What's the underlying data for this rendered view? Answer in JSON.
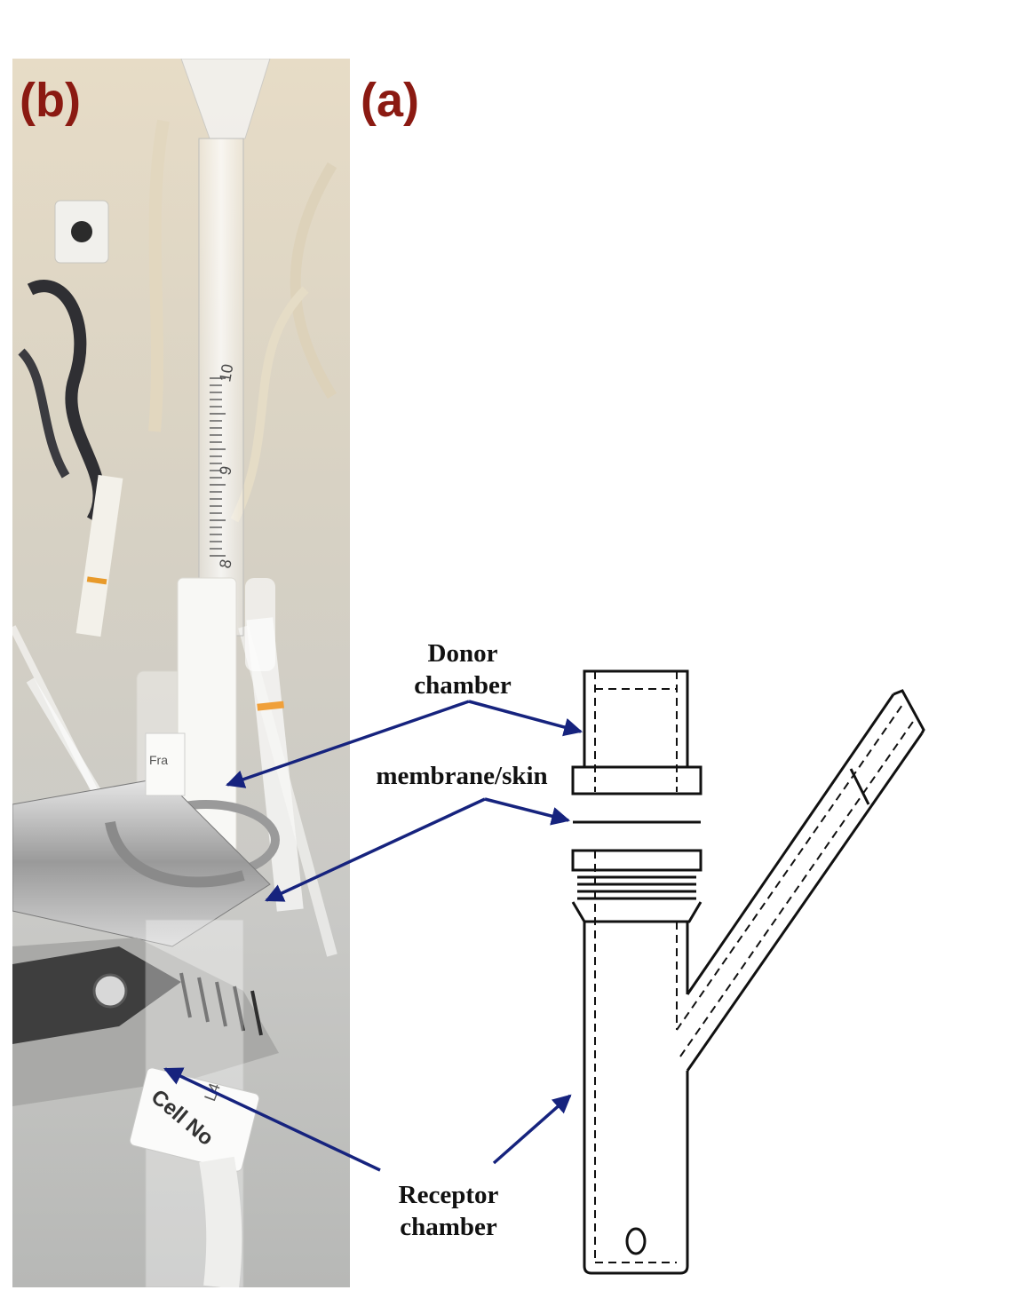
{
  "panels": {
    "photo_tag": "(b)",
    "diagram_tag": "(a)",
    "tag_color": "#8b1a12"
  },
  "photo": {
    "sticker_text": "Cell No",
    "sticker_number": "L4",
    "side_label_text": "Fra",
    "tube_graduations": [
      "10",
      "9",
      "8"
    ]
  },
  "labels": {
    "donor": [
      "Donor",
      "chamber"
    ],
    "membrane": "membrane/skin",
    "receptor": [
      "Receptor",
      "chamber"
    ]
  },
  "colors": {
    "arrow": "#16237e",
    "line_art": "#111111"
  },
  "icons": {
    "arrowhead": "arrowhead-icon"
  }
}
